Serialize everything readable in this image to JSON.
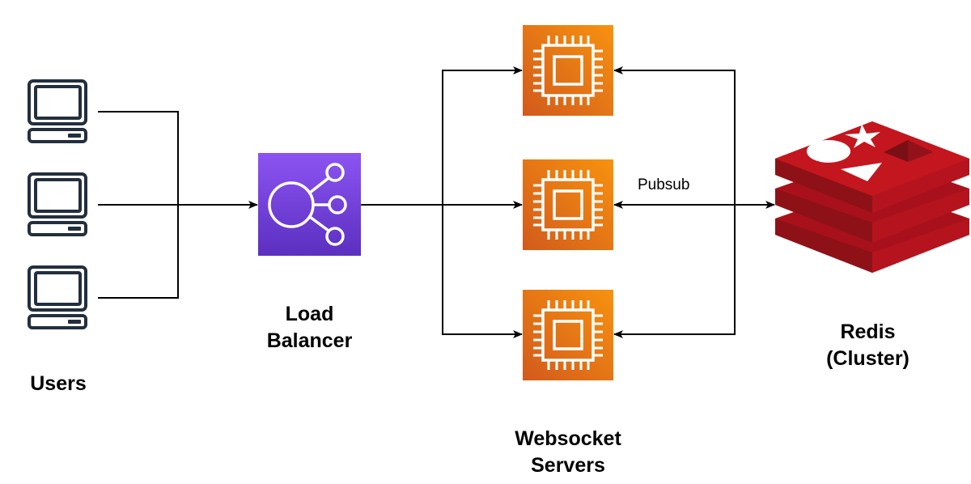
{
  "title": "Websocket architecture with Redis Pubsub",
  "nodes": {
    "users": {
      "label": "Users",
      "icon": "desktop-computer-icon",
      "count": 3
    },
    "load_balancer": {
      "label_line1": "Load",
      "label_line2": "Balancer",
      "icon": "load-balancer-icon",
      "color": "#7b45e0"
    },
    "websocket_servers": {
      "label_line1": "Websocket",
      "label_line2": "Servers",
      "icon": "cpu-chip-icon",
      "count": 3,
      "color": "#e8771b"
    },
    "redis": {
      "label_line1": "Redis",
      "label_line2": "(Cluster)",
      "icon": "redis-icon",
      "color": "#c1121c"
    }
  },
  "edges": [
    {
      "from": "users",
      "to": "load_balancer",
      "label": ""
    },
    {
      "from": "load_balancer",
      "to": "websocket_servers",
      "label": ""
    },
    {
      "from": "websocket_servers",
      "to": "redis",
      "label": "Pubsub",
      "bidirectional": true
    }
  ],
  "edge_labels": {
    "pubsub": "Pubsub"
  }
}
